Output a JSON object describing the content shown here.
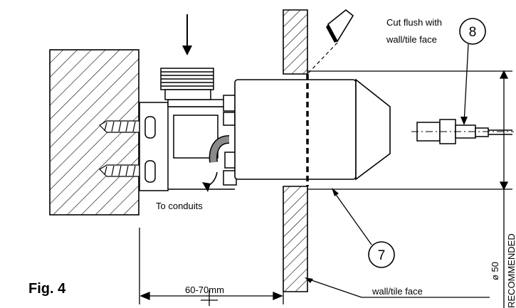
{
  "figure": {
    "label": "Fig. 4"
  },
  "annotations": {
    "cut_note_line1": "Cut flush with",
    "cut_note_line2": "wall/tile face",
    "to_conduits": "To conduits",
    "wall_tile_face": "wall/tile face",
    "dimension_depth": "60-70mm",
    "diameter": "ø 50",
    "recommended": "RECOMMENDED"
  },
  "callouts": {
    "part_7": "7",
    "part_8": "8"
  },
  "colors": {
    "line": "#000000",
    "pipe_gray": "#8a8a8a",
    "background": "#ffffff"
  }
}
